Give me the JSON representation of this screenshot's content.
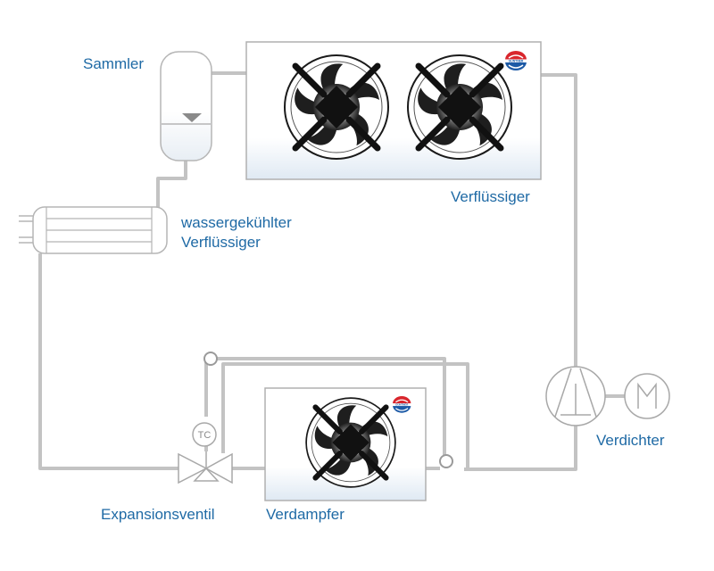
{
  "labels": {
    "sammler": "Sammler",
    "verfluessiger": "Verflüssiger",
    "wassergekuehlt_line1": "wassergekühlter",
    "wassergekuehlt_line2": "Verflüssiger",
    "verdichter": "Verdichter",
    "expansionsventil": "Expansionsventil",
    "verdampfer": "Verdampfer",
    "tc": "TC"
  },
  "logo_text": "GÜNTNER",
  "colors": {
    "pipe": "#c3c3c3",
    "outline": "#a8a8a8",
    "label_blue": "#1f6aa5",
    "logo_red": "#d9262d",
    "logo_blue": "#1d5aa6"
  }
}
